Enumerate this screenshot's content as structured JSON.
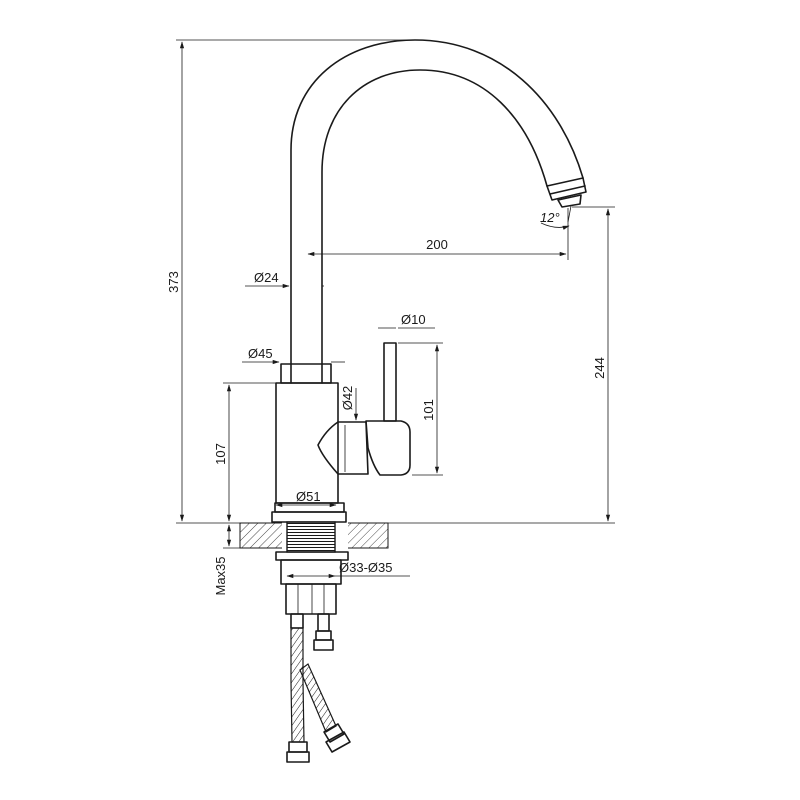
{
  "dimensions": {
    "total_height": "373",
    "spout_reach": "200",
    "spout_height": "244",
    "spout_diameter": "Ø24",
    "collar_diameter": "Ø45",
    "lever_diameter": "Ø10",
    "handle_diameter": "Ø42",
    "lever_height": "101",
    "body_height": "107",
    "base_diameter": "Ø51",
    "max_counter_thickness": "Max35",
    "mounting_hole": "Ø33-Ø35",
    "spout_angle": "12°"
  },
  "colors": {
    "line": "#1a1a1a",
    "background": "#ffffff"
  }
}
